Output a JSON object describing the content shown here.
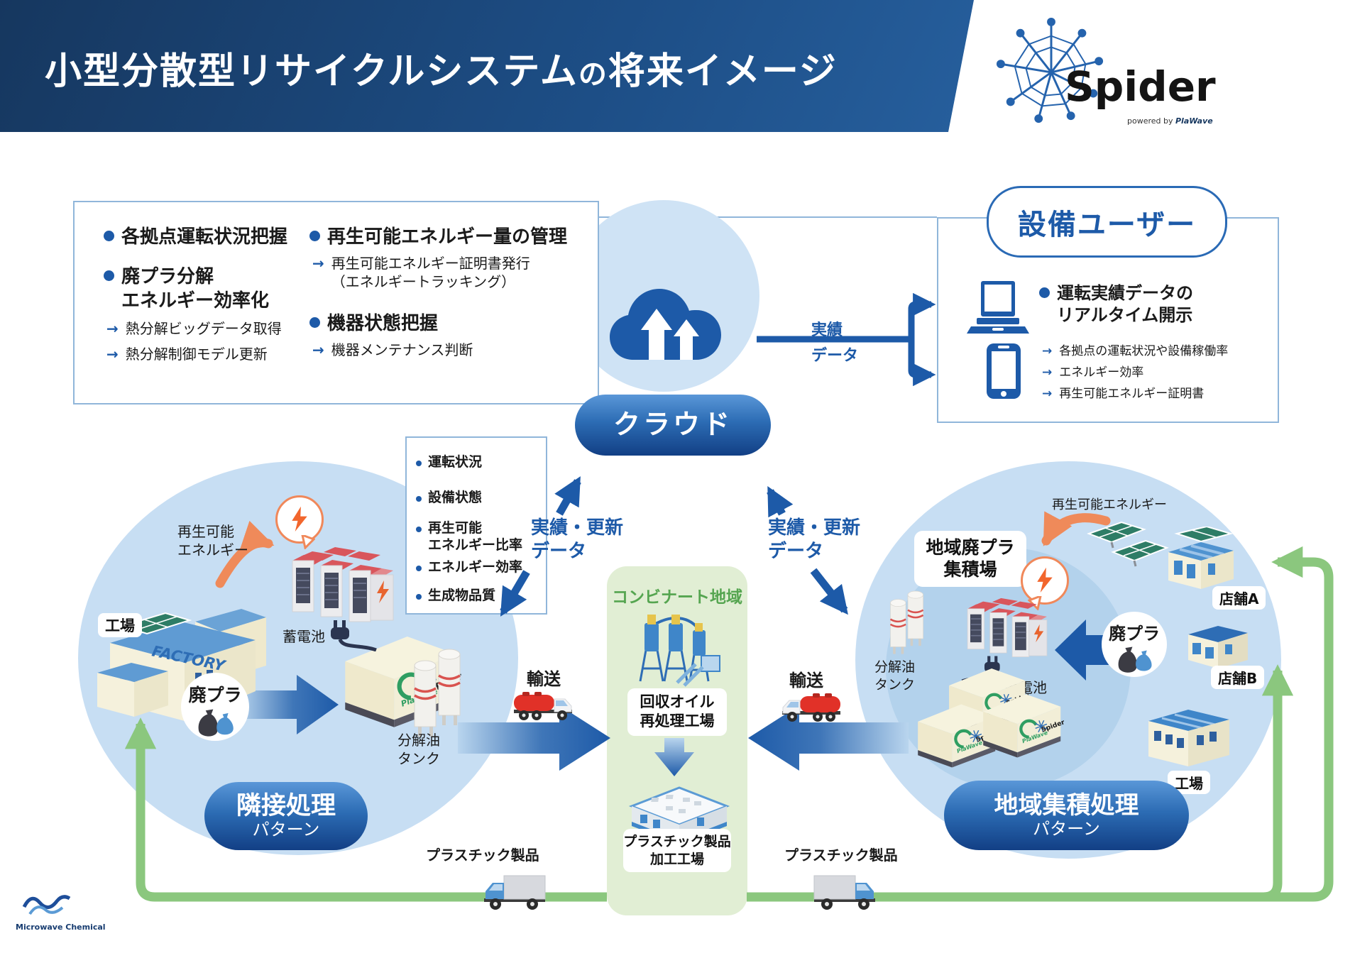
{
  "icons": {
    "arrow": "→"
  },
  "header": {
    "title_prefix": "小型分散型リサイクルシステム",
    "title_no": "の",
    "title_suffix": "将来イメージ",
    "logo_name": "Spider",
    "powered_by": "powered by",
    "powered_brand": "PlaWave"
  },
  "features_box": {
    "b1": "各拠点運転状況把握",
    "b2": "廃プラ分解\nエネルギー効率化",
    "a1": "熱分解ビッグデータ取得",
    "a2": "熱分解制御モデル更新",
    "b3": "再生可能エネルギー量の管理",
    "a3": "再生可能エネルギー証明書発行\n（エネルギートラッキング）",
    "b4": "機器状態把握",
    "a4": "機器メンテナンス判断"
  },
  "equipment_user": {
    "title": "設備ユーザー",
    "b1": "運転実績データの\nリアルタイム開示",
    "a1": "各拠点の運転状況や設備稼働率",
    "a2": "エネルギー効率",
    "a3": "再生可能エネルギー証明書"
  },
  "cloud": {
    "label": "クラウド",
    "result_data": "実績\nデータ"
  },
  "status_box": {
    "i1": "運転状況",
    "i2": "設備状態",
    "i3": "再生可能\nエネルギー比率",
    "i4": "エネルギー効率",
    "i5": "生成物品質"
  },
  "flows": {
    "update_left": "実績・更新\nデータ",
    "update_right": "実績・更新\nデータ",
    "transport_left": "輸送",
    "transport_right": "輸送",
    "waste_left": "廃プラ",
    "waste_right": "廃プラ",
    "products_left": "プラスチック製品",
    "products_right": "プラスチック製品"
  },
  "left_zone": {
    "renewable": "再生可能\nエネルギー",
    "factory_label": "工場",
    "factory_sign": "FACTORY",
    "battery_label": "蓄電池",
    "tank_label": "分解油\nタンク",
    "pill_line1": "隣接処理",
    "pill_line2": "パターン"
  },
  "combinat": {
    "area_label": "コンビナート地域",
    "oil_plant": "回収オイル\n再処理工場",
    "processing_plant": "プラスチック製品\n加工工場"
  },
  "right_zone": {
    "collection": "地域廃プラ\n集積場",
    "renewable": "再生可能エネルギー",
    "shop_a": "店舗A",
    "shop_b": "店舗B",
    "factory_label": "工場",
    "tank_label": "分解油\nタンク",
    "battery_label": "蓄電池",
    "pill_line1": "地域集積処理",
    "pill_line2": "パターン"
  },
  "container_brand": {
    "plawave": "PlaWave",
    "spider": "Spider"
  },
  "footer": {
    "company": "Microwave Chemical"
  },
  "colors": {
    "primary_blue": "#1d5aa8",
    "light_blue": "#c7def3",
    "green": "#8bc77e",
    "green_zone": "#e1eed4",
    "orange": "#ef8a5a",
    "red": "#e13128"
  }
}
